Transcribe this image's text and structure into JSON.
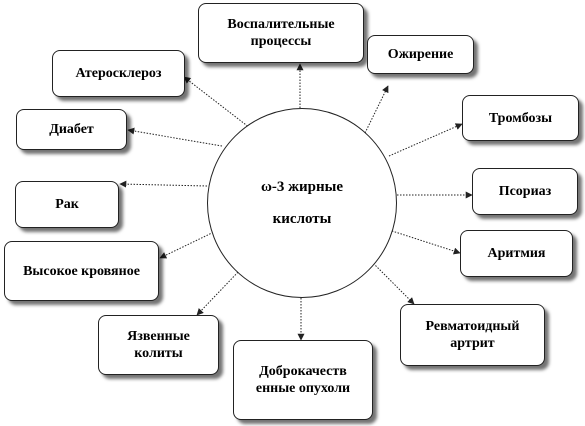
{
  "center": {
    "line1": "ω-3 жирные",
    "line2": "кислоты"
  },
  "nodes": {
    "inflammatory": "Воспалительные процессы",
    "obesity": "Ожирение",
    "atherosclerosis": "Атеросклероз",
    "thrombosis": "Тромбозы",
    "diabetes": "Диабет",
    "psoriasis": "Псориаз",
    "cancer": "Рак",
    "arrhythmia": "Аритмия",
    "high_blood_pressure": "Высокое кровяное",
    "rheumatoid_arthritis": "Ревматоидный артрит",
    "ulcerative_colitis": "Язвенные колиты",
    "benign_tumors": "Доброкачеств енные опухоли"
  },
  "colors": {
    "line": "#222222",
    "shadow": "#555555"
  }
}
